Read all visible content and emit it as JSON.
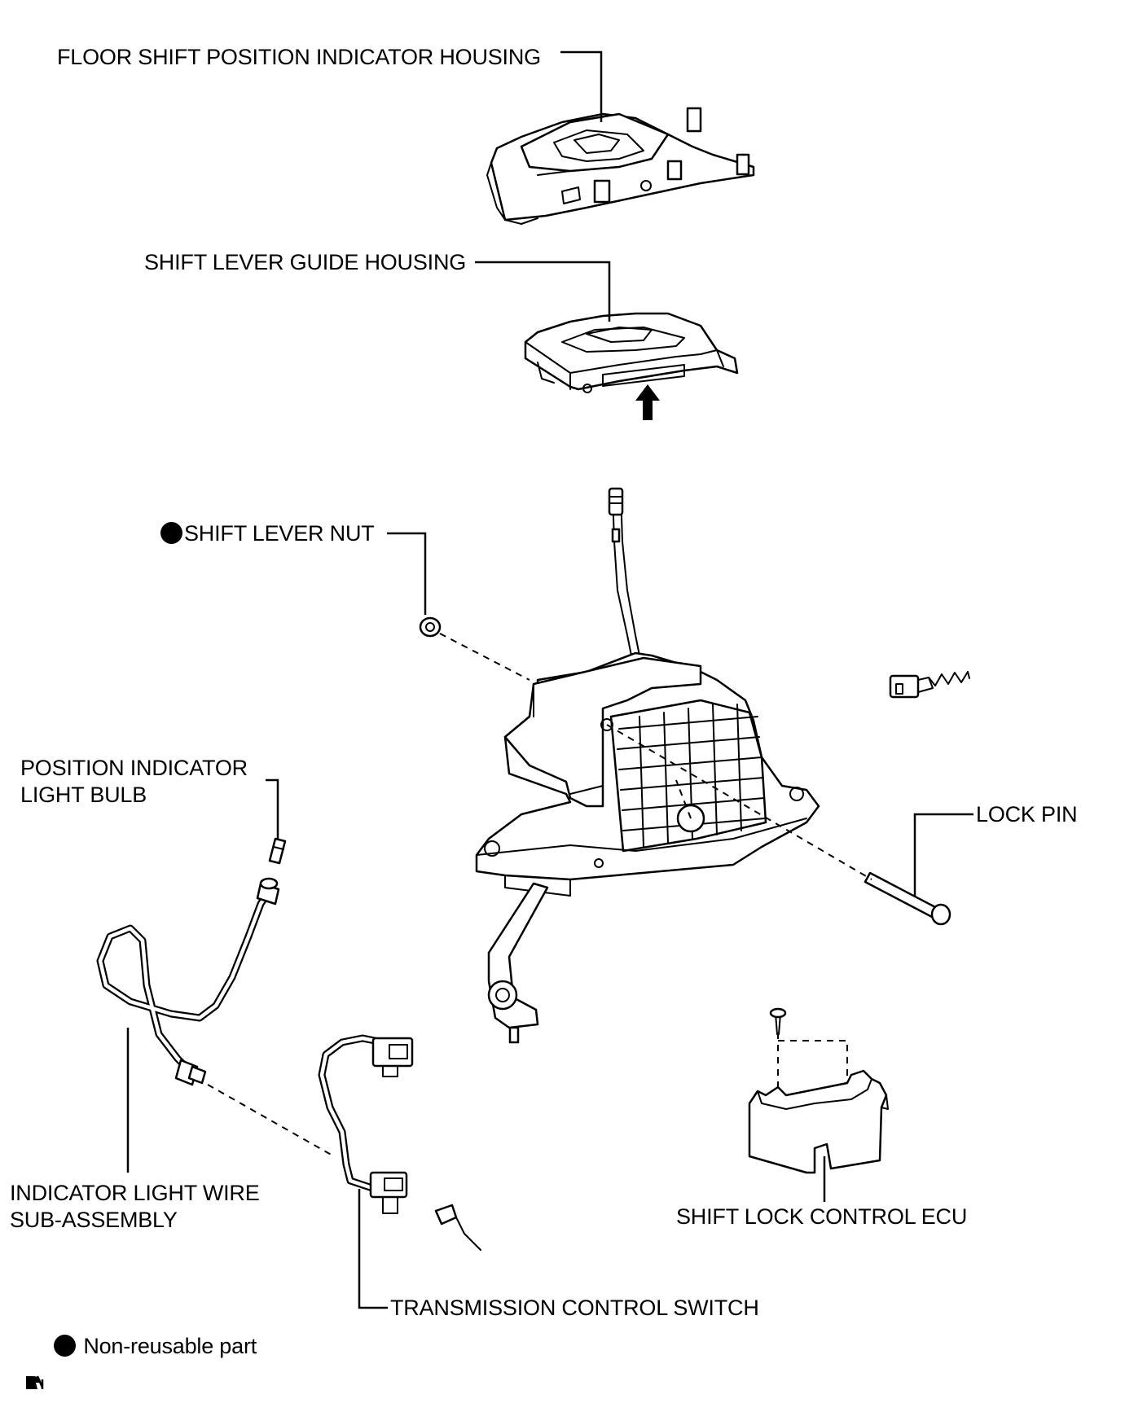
{
  "labels": {
    "floor_shift_housing": "FLOOR SHIFT POSITION INDICATOR HOUSING",
    "guide_housing": "SHIFT LEVER GUIDE HOUSING",
    "shift_lever_nut": "SHIFT LEVER NUT",
    "bulb_line1": "POSITION INDICATOR",
    "bulb_line2": "LIGHT BULB",
    "lock_pin": "LOCK PIN",
    "wire_line1": "INDICATOR LIGHT WIRE",
    "wire_line2": "SUB-ASSEMBLY",
    "ecu": "SHIFT LOCK CONTROL ECU",
    "switch": "TRANSMISSION CONTROL SWITCH"
  },
  "legend": {
    "text": "Non-reusable part"
  },
  "icons": {
    "non_reusable_marker": "filled-circle",
    "corner_mark": "logo-glyph"
  }
}
